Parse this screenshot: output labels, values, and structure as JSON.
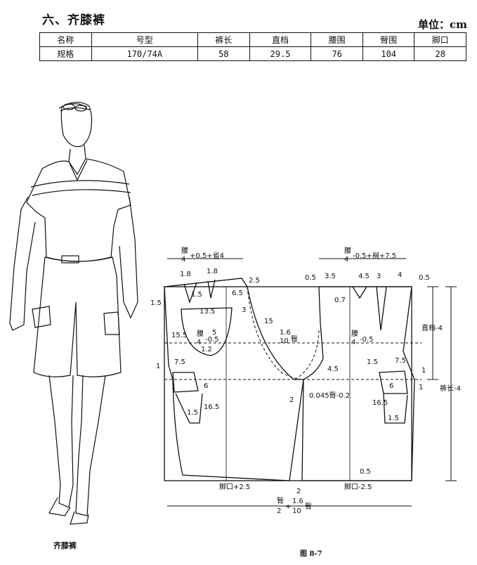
{
  "title": "六、齐膝裤",
  "unit": "单位：cm",
  "spec_table": {
    "headers": [
      "名称",
      "号型",
      "裤长",
      "直档",
      "腰围",
      "臀围",
      "脚口"
    ],
    "row": [
      "规格",
      "170/74A",
      "58",
      "29.5",
      "76",
      "104",
      "28"
    ]
  },
  "figure": {
    "front_top_formula": {
      "a": "腰",
      "b": "4",
      "c": "+0.5+省4"
    },
    "back_top_formula": {
      "a": "腰",
      "b": "4",
      "c": "-0.5+裥+7.5"
    },
    "front_mid_formula": {
      "a": "腰",
      "b": "4",
      "c": "-0.5"
    },
    "back_mid_formula": {
      "a": "腰",
      "b": "4",
      "c": "-0.5"
    },
    "crotch_formula": {
      "a": "1.6",
      "b": "10",
      "c": "臀"
    },
    "bottom_formula": {
      "a": "臀",
      "b": "2",
      "c": "+",
      "d": "1.6",
      "e": "10",
      "f": "臀"
    },
    "crotch_depth_label": "直档-4",
    "length_label": "裤长-4",
    "hem_front_label": "脚口+2.5",
    "hem_back_label": "脚口-2.5",
    "back_crotch_label": "0.045臀-0.2",
    "dims": {
      "d1_8": "1.8",
      "d1_8b": "1.8",
      "d2_5": "2.5",
      "d1_5a": "1.5",
      "d1_5b": "1.5",
      "d6_5": "6.5",
      "d13_5": "13.5",
      "d5": "5",
      "d3a": "3",
      "d15": "15",
      "d15_5": "15.5",
      "d1_2": "1.2",
      "d1a": "1",
      "d7_5a": "7.5",
      "d6a": "6",
      "d16_5a": "16.5",
      "d1_5c": "1.5",
      "d2a": "2",
      "d2b": "2",
      "d0_5a": "0.5",
      "d3_5": "3.5",
      "d4_5a": "4.5",
      "d3b": "3",
      "d4": "4",
      "d0_5b": "0.5",
      "d0_7": "0.7",
      "d4_5b": "4.5",
      "d1_5d": "1.5",
      "d7_5b": "7.5",
      "d1b": "1",
      "d6b": "6",
      "d1c": "1",
      "d16_5b": "16.5",
      "d1_5e": "1.5",
      "d0_5c": "0.5"
    }
  },
  "caption_left": "齐膝裤",
  "caption_right": "图 8-7"
}
